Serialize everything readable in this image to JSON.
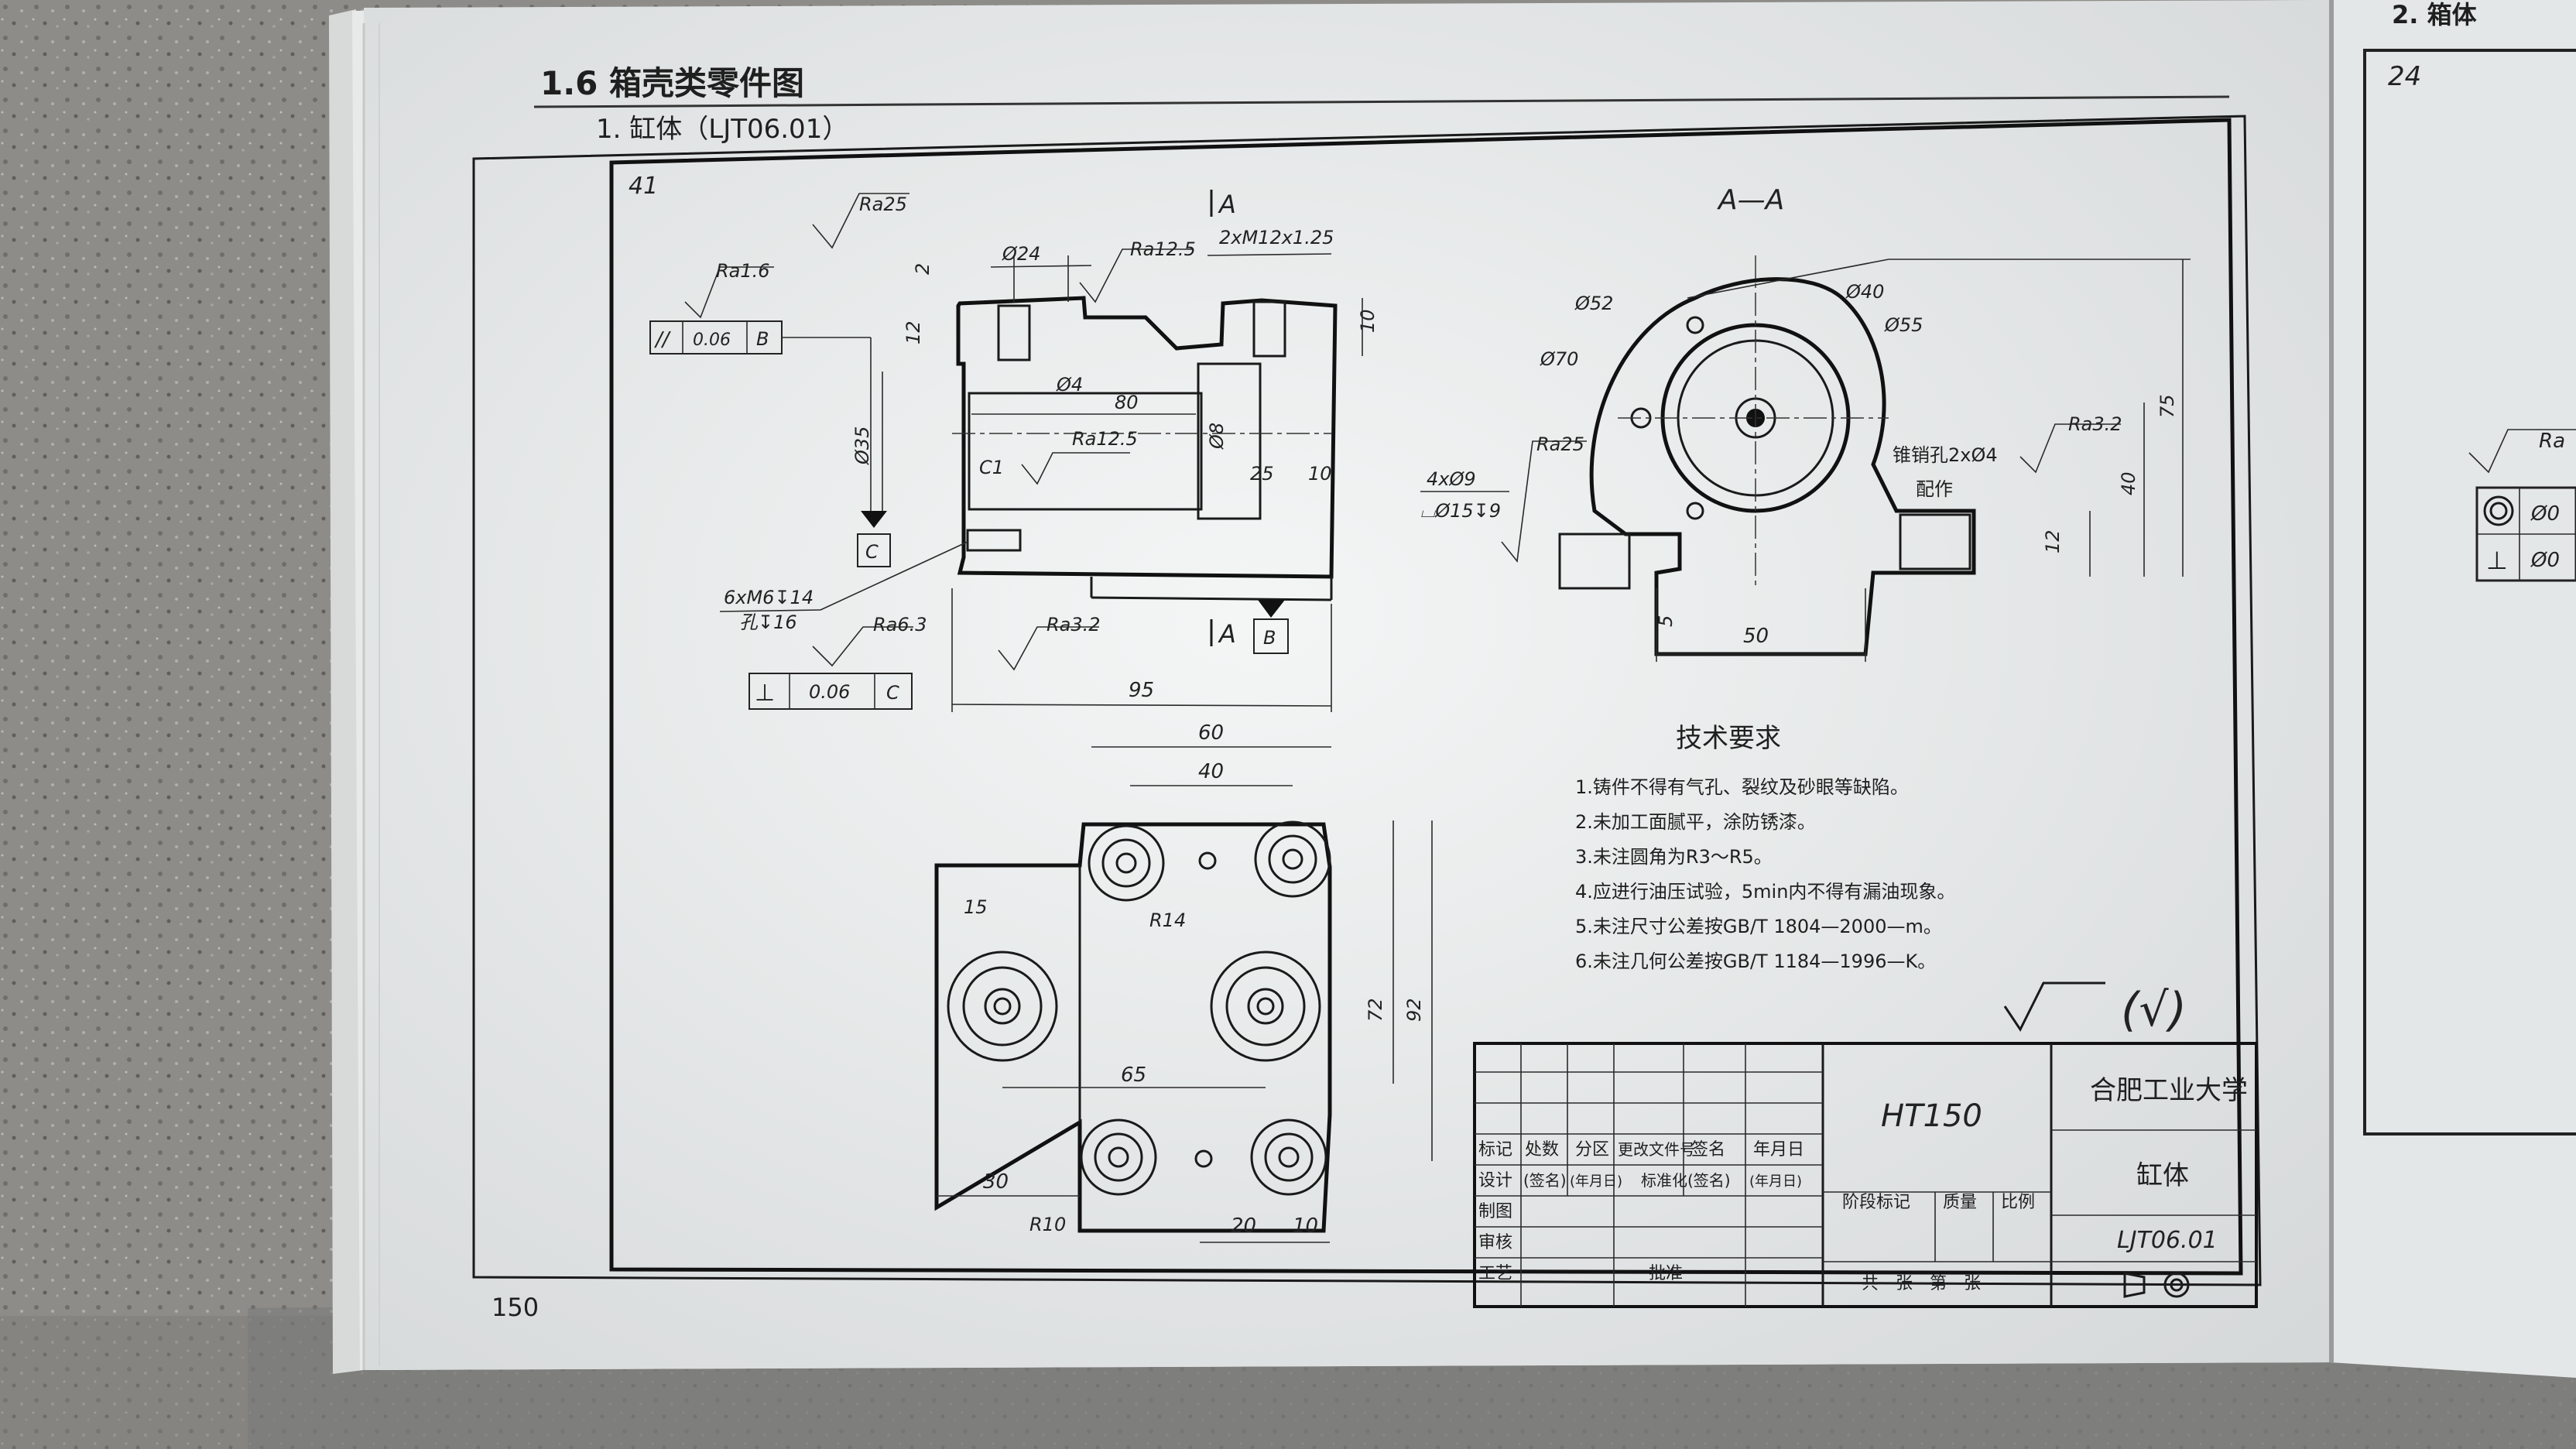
{
  "section": {
    "heading": "1.6  箱壳类零件图",
    "subheading": "1. 缸体（LJT06.01）"
  },
  "page_number": "150",
  "drawing": {
    "figure_no": "41",
    "section_marker": "A",
    "section_view_label": "A—A",
    "roughness": [
      "Ra25",
      "Ra1.6",
      "Ra12.5",
      "Ra12.5",
      "Ra6.3",
      "Ra3.2",
      "Ra25",
      "Ra3.2"
    ],
    "dimensions": {
      "d24": "Ø24",
      "thread": "2xM12x1.25",
      "d4": "Ø4",
      "d80": "80",
      "d35": "Ø35",
      "d8": "Ø8",
      "d25": "25",
      "d10a": "10",
      "d10b": "10",
      "d12": "12",
      "d2": "2",
      "c1": "C1",
      "d95": "95",
      "holes": "6xM6↧14",
      "holes2": "孔↧16",
      "d52": "Ø52",
      "d40": "Ø40",
      "d55": "Ø55",
      "d70": "Ø70",
      "d75": "75",
      "d40b": "40",
      "d12b": "12",
      "d50": "50",
      "d5": "5",
      "hole4": "4xØ9",
      "cbore": "⌴Ø15↧9",
      "pin": "锥销孔2xØ4",
      "pin2": "配作",
      "t60": "60",
      "t40": "40",
      "t15": "15",
      "r14": "R14",
      "t72": "72",
      "t92": "92",
      "t65": "65",
      "t30": "30",
      "r10": "R10",
      "t20": "20",
      "t10": "10"
    },
    "gdt": [
      {
        "sym": "//",
        "tol": "0.06",
        "datum": "B"
      },
      {
        "sym": "⊥",
        "tol": "0.06",
        "datum": "C"
      }
    ],
    "datums": {
      "b": "B",
      "c": "C"
    }
  },
  "tech_requirements": {
    "title": "技术要求",
    "items": [
      "1.铸件不得有气孔、裂纹及砂眼等缺陷。",
      "2.未加工面腻平，涂防锈漆。",
      "3.未注圆角为R3～R5。",
      "4.应进行油压试验，5min内不得有漏油现象。",
      "5.未注尺寸公差按GB/T 1804—2000—m。",
      "6.未注几何公差按GB/T 1184—1996—K。"
    ],
    "roughness_note": "(√)"
  },
  "title_block": {
    "material": "HT150",
    "school": "合肥工业大学",
    "part_name": "缸体",
    "drawing_no": "LJT06.01",
    "row_labels": [
      "标记",
      "处数",
      "分区",
      "更改文件号",
      "签名",
      "年月日"
    ],
    "row2": [
      "设计",
      "(签名)",
      "(年月日)",
      "标准化",
      "(签名)",
      "(年月日)"
    ],
    "left_labels": [
      "制图",
      "审核",
      "工艺"
    ],
    "approve": "批准",
    "stage": "阶段标记",
    "mass": "质量",
    "scale": "比例",
    "sheets": "共　张　第　张"
  },
  "right_page": {
    "heading": "2. 箱体",
    "fig": "24",
    "ra": "Ra",
    "vals": [
      "Ø0",
      "Ø0"
    ]
  }
}
